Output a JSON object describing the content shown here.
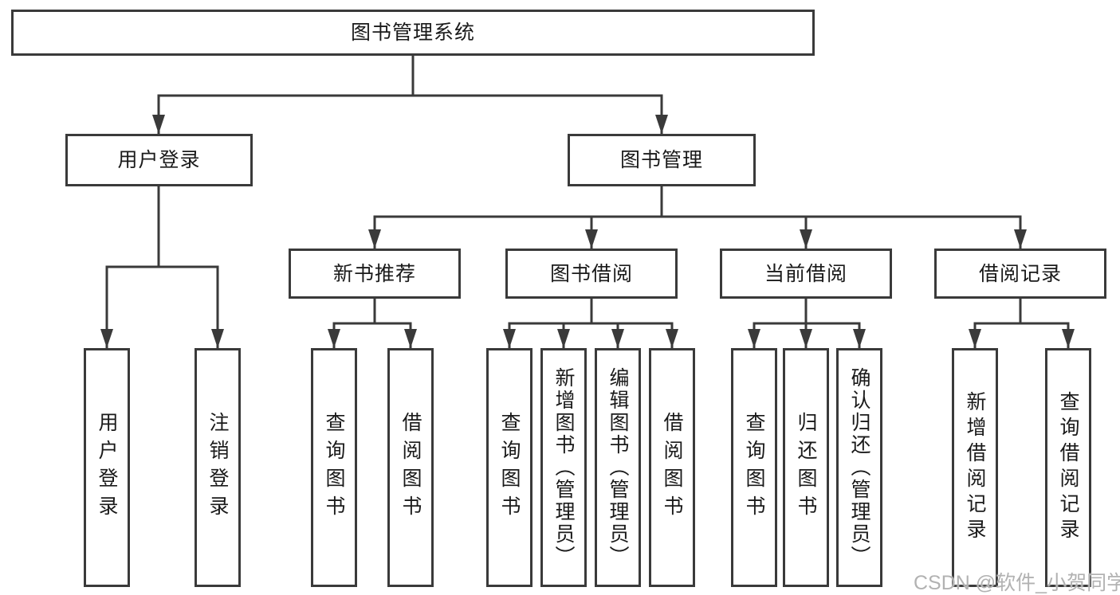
{
  "title": "图书管理系统",
  "colors": {
    "line": "#3a3a3a",
    "text": "#1a1a1a",
    "background": "#ffffff",
    "watermark": "#b2b2b2"
  },
  "tree": {
    "root": {
      "label": "图书管理系统"
    },
    "user": {
      "label": "用户登录",
      "children": [
        "用户登录",
        "注销登录"
      ]
    },
    "book": {
      "label": "图书管理",
      "sections": [
        {
          "label": "新书推荐",
          "children": [
            "查询图书",
            "借阅图书"
          ]
        },
        {
          "label": "图书借阅",
          "children": [
            "查询图书",
            "新增图书（管理员）",
            "编辑图书（管理员）",
            "借阅图书"
          ]
        },
        {
          "label": "当前借阅",
          "children": [
            "查询图书",
            "归还图书",
            "确认归还（管理员）"
          ]
        },
        {
          "label": "借阅记录",
          "children": [
            "新增借阅记录",
            "查询借阅记录"
          ]
        }
      ]
    }
  },
  "watermark": {
    "text": "CSDN @软件_小贺同学"
  }
}
